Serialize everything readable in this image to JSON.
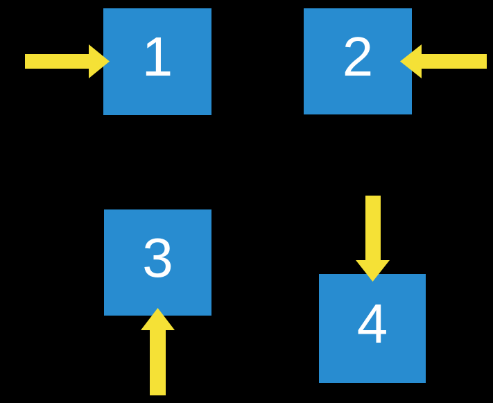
{
  "diagram": {
    "background_color": "#000000",
    "colors": {
      "box_fill": "#288CD0",
      "arrow_fill": "#F5E136",
      "label_text": "#FFFFFF"
    },
    "boxes": [
      {
        "label": "1",
        "arrow_direction": "right-into-left-side"
      },
      {
        "label": "2",
        "arrow_direction": "left-into-right-side"
      },
      {
        "label": "3",
        "arrow_direction": "up-into-bottom-side"
      },
      {
        "label": "4",
        "arrow_direction": "down-into-top-side"
      }
    ]
  }
}
